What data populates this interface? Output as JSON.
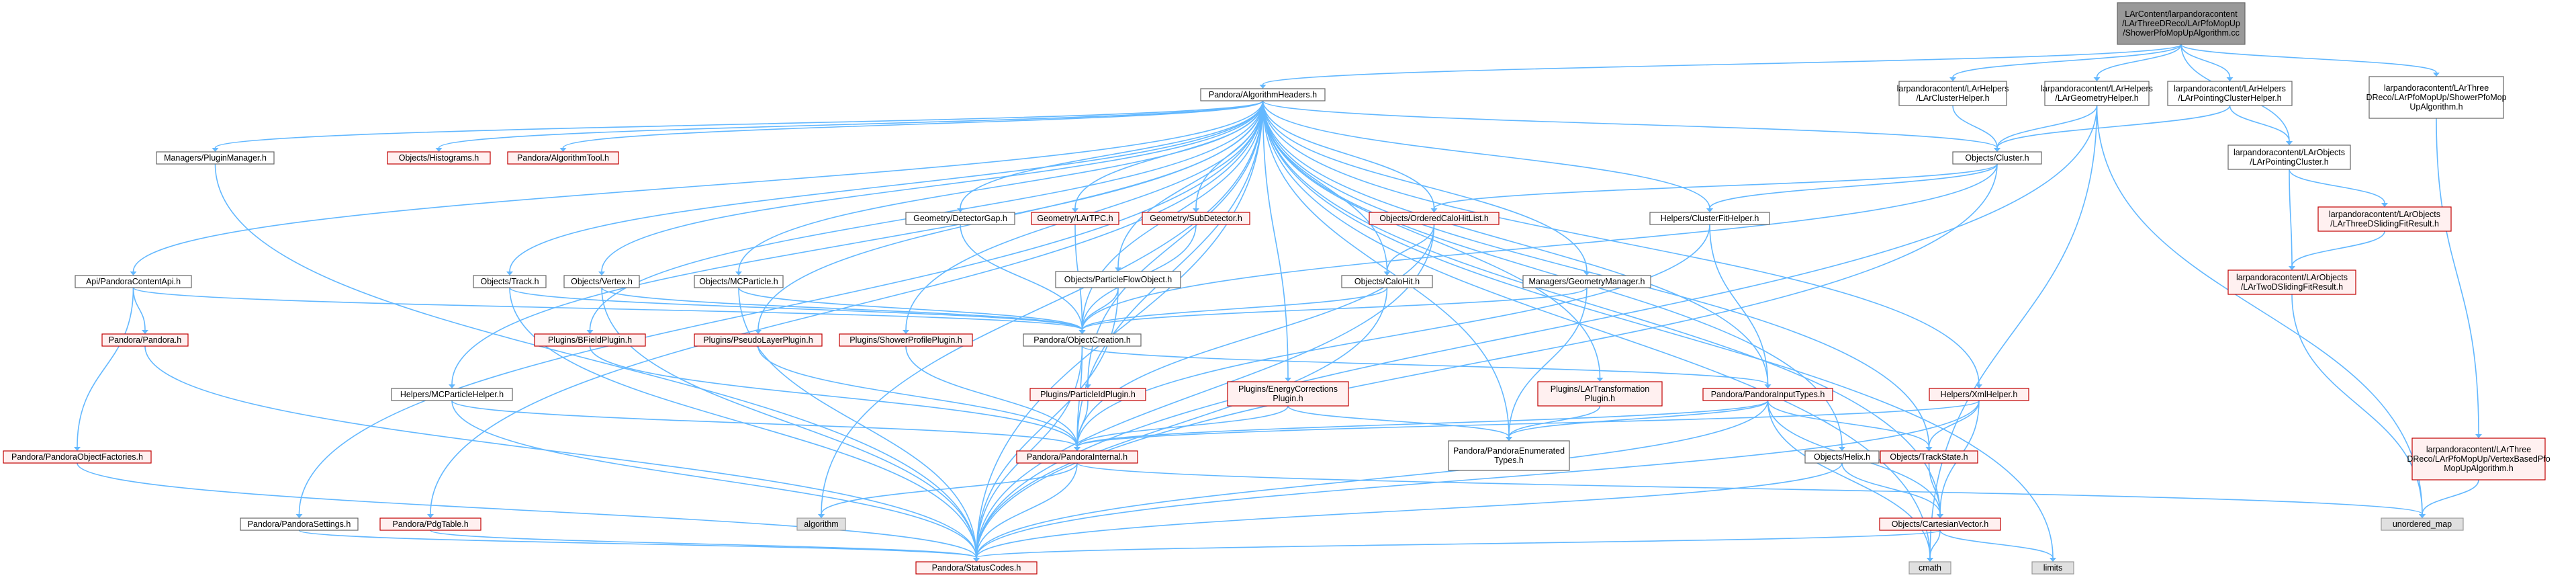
{
  "colors": {
    "edge": "#63b8ff",
    "normal_border": "#666666",
    "red_border": "#c00000",
    "gray_fill": "#e0e0e0",
    "root_fill": "#999999"
  },
  "nodes": [
    {
      "id": "root",
      "style": "root",
      "lines": [
        "LArContent/larpandoracontent",
        "/LArThreeDReco/LArPfoMopUp",
        "/ShowerPfoMopUpAlgorithm.cc"
      ]
    },
    {
      "id": "algheaders",
      "style": "normal",
      "lines": [
        "Pandora/AlgorithmHeaders.h"
      ]
    },
    {
      "id": "larclusterhelper",
      "style": "normal",
      "lines": [
        "larpandoracontent/LArHelpers",
        "/LArClusterHelper.h"
      ]
    },
    {
      "id": "largeometryhelper",
      "style": "normal",
      "lines": [
        "larpandoracontent/LArHelpers",
        "/LArGeometryHelper.h"
      ]
    },
    {
      "id": "larpointingclusterhelper",
      "style": "normal",
      "lines": [
        "larpandoracontent/LArHelpers",
        "/LArPointingClusterHelper.h"
      ]
    },
    {
      "id": "showerpfomopup",
      "style": "normal",
      "lines": [
        "larpandoracontent/LArThree",
        "DReco/LArPfoMopUp/ShowerPfoMop",
        "UpAlgorithm.h"
      ]
    },
    {
      "id": "pluginmanager",
      "style": "normal",
      "lines": [
        "Managers/PluginManager.h"
      ]
    },
    {
      "id": "histograms",
      "style": "red",
      "lines": [
        "Objects/Histograms.h"
      ]
    },
    {
      "id": "algorithmtool",
      "style": "red",
      "lines": [
        "Pandora/AlgorithmTool.h"
      ]
    },
    {
      "id": "cluster",
      "style": "normal",
      "lines": [
        "Objects/Cluster.h"
      ]
    },
    {
      "id": "larpointingcluster",
      "style": "normal",
      "lines": [
        "larpandoracontent/LArObjects",
        "/LArPointingCluster.h"
      ]
    },
    {
      "id": "detectorgap",
      "style": "normal",
      "lines": [
        "Geometry/DetectorGap.h"
      ]
    },
    {
      "id": "lartpc",
      "style": "red",
      "lines": [
        "Geometry/LArTPC.h"
      ]
    },
    {
      "id": "subdetector",
      "style": "red",
      "lines": [
        "Geometry/SubDetector.h"
      ]
    },
    {
      "id": "orderedcalohitlist",
      "style": "red",
      "lines": [
        "Objects/OrderedCaloHitList.h"
      ]
    },
    {
      "id": "clusterfithelper",
      "style": "normal",
      "lines": [
        "Helpers/ClusterFitHelper.h"
      ]
    },
    {
      "id": "threedslidingfitresult",
      "style": "red",
      "lines": [
        "larpandoracontent/LArObjects",
        "/LArThreeDSlidingFitResult.h"
      ]
    },
    {
      "id": "pandoracontentapi",
      "style": "normal",
      "lines": [
        "Api/PandoraContentApi.h"
      ]
    },
    {
      "id": "track",
      "style": "normal",
      "lines": [
        "Objects/Track.h"
      ]
    },
    {
      "id": "vertex",
      "style": "normal",
      "lines": [
        "Objects/Vertex.h"
      ]
    },
    {
      "id": "mcparticle",
      "style": "normal",
      "lines": [
        "Objects/MCParticle.h"
      ]
    },
    {
      "id": "particleflowobject",
      "style": "normal",
      "lines": [
        "Objects/ParticleFlowObject.h"
      ]
    },
    {
      "id": "calohit",
      "style": "normal",
      "lines": [
        "Objects/CaloHit.h"
      ]
    },
    {
      "id": "geometrymanager",
      "style": "normal",
      "lines": [
        "Managers/GeometryManager.h"
      ]
    },
    {
      "id": "twodslidingfitresult",
      "style": "red",
      "lines": [
        "larpandoracontent/LArObjects",
        "/LArTwoDSlidingFitResult.h"
      ]
    },
    {
      "id": "pandora",
      "style": "red",
      "lines": [
        "Pandora/Pandora.h"
      ]
    },
    {
      "id": "bfieldplugin",
      "style": "red",
      "lines": [
        "Plugins/BFieldPlugin.h"
      ]
    },
    {
      "id": "pseudolayerplugin",
      "style": "red",
      "lines": [
        "Plugins/PseudoLayerPlugin.h"
      ]
    },
    {
      "id": "showerprofileplugin",
      "style": "red",
      "lines": [
        "Plugins/ShowerProfilePlugin.h"
      ]
    },
    {
      "id": "objectcreation",
      "style": "normal",
      "lines": [
        "Pandora/ObjectCreation.h"
      ]
    },
    {
      "id": "mcparticlehelper",
      "style": "normal",
      "lines": [
        "Helpers/MCParticleHelper.h"
      ]
    },
    {
      "id": "particleidplugin",
      "style": "red",
      "lines": [
        "Plugins/ParticleIdPlugin.h"
      ]
    },
    {
      "id": "energycorrections",
      "style": "red",
      "lines": [
        "Plugins/EnergyCorrections",
        "Plugin.h"
      ]
    },
    {
      "id": "lartransformation",
      "style": "red",
      "lines": [
        "Plugins/LArTransformation",
        "Plugin.h"
      ]
    },
    {
      "id": "pandorainputtypes",
      "style": "red",
      "lines": [
        "Pandora/PandoraInputTypes.h"
      ]
    },
    {
      "id": "xmlhelper",
      "style": "red",
      "lines": [
        "Helpers/XmlHelper.h"
      ]
    },
    {
      "id": "objectfactories",
      "style": "red",
      "lines": [
        "Pandora/PandoraObjectFactories.h"
      ]
    },
    {
      "id": "pandorainternal",
      "style": "red",
      "lines": [
        "Pandora/PandoraInternal.h"
      ]
    },
    {
      "id": "enumeratedtypes",
      "style": "normal",
      "lines": [
        "Pandora/PandoraEnumerated",
        "Types.h"
      ]
    },
    {
      "id": "trackstate",
      "style": "red",
      "lines": [
        "Objects/TrackState.h"
      ]
    },
    {
      "id": "vertexbasedpfo",
      "style": "red",
      "lines": [
        "larpandoracontent/LArThree",
        "DReco/LArPfoMopUp/VertexBasedPfo",
        "MopUpAlgorithm.h"
      ]
    },
    {
      "id": "helix",
      "style": "normal",
      "lines": [
        "Objects/Helix.h"
      ]
    },
    {
      "id": "pandorasettings",
      "style": "normal",
      "lines": [
        "Pandora/PandoraSettings.h"
      ]
    },
    {
      "id": "pdgtable",
      "style": "red",
      "lines": [
        "Pandora/PdgTable.h"
      ]
    },
    {
      "id": "algorithm",
      "style": "gray",
      "lines": [
        "algorithm"
      ]
    },
    {
      "id": "unorderedmap",
      "style": "gray",
      "lines": [
        "unordered_map"
      ]
    },
    {
      "id": "cartesianvector",
      "style": "red",
      "lines": [
        "Objects/CartesianVector.h"
      ]
    },
    {
      "id": "statuscodes",
      "style": "red",
      "lines": [
        "Pandora/StatusCodes.h"
      ]
    },
    {
      "id": "cmath",
      "style": "gray",
      "lines": [
        "cmath"
      ]
    },
    {
      "id": "limits",
      "style": "gray",
      "lines": [
        "limits"
      ]
    }
  ],
  "edges": [
    [
      "root",
      "algheaders"
    ],
    [
      "root",
      "larclusterhelper"
    ],
    [
      "root",
      "largeometryhelper"
    ],
    [
      "root",
      "larpointingclusterhelper"
    ],
    [
      "root",
      "showerpfomopup"
    ],
    [
      "root",
      "larpointingcluster"
    ],
    [
      "algheaders",
      "pluginmanager"
    ],
    [
      "algheaders",
      "histograms"
    ],
    [
      "algheaders",
      "algorithmtool"
    ],
    [
      "algheaders",
      "cluster"
    ],
    [
      "algheaders",
      "detectorgap"
    ],
    [
      "algheaders",
      "lartpc"
    ],
    [
      "algheaders",
      "subdetector"
    ],
    [
      "algheaders",
      "orderedcalohitlist"
    ],
    [
      "algheaders",
      "clusterfithelper"
    ],
    [
      "algheaders",
      "pandoracontentapi"
    ],
    [
      "algheaders",
      "track"
    ],
    [
      "algheaders",
      "vertex"
    ],
    [
      "algheaders",
      "mcparticle"
    ],
    [
      "algheaders",
      "particleflowobject"
    ],
    [
      "algheaders",
      "calohit"
    ],
    [
      "algheaders",
      "geometrymanager"
    ],
    [
      "algheaders",
      "bfieldplugin"
    ],
    [
      "algheaders",
      "pseudolayerplugin"
    ],
    [
      "algheaders",
      "showerprofileplugin"
    ],
    [
      "algheaders",
      "objectcreation"
    ],
    [
      "algheaders",
      "mcparticlehelper"
    ],
    [
      "algheaders",
      "particleidplugin"
    ],
    [
      "algheaders",
      "energycorrections"
    ],
    [
      "algheaders",
      "lartransformation"
    ],
    [
      "algheaders",
      "pandorainputtypes"
    ],
    [
      "algheaders",
      "xmlhelper"
    ],
    [
      "algheaders",
      "pandorainternal"
    ],
    [
      "algheaders",
      "enumeratedtypes"
    ],
    [
      "algheaders",
      "trackstate"
    ],
    [
      "algheaders",
      "helix"
    ],
    [
      "algheaders",
      "pandorasettings"
    ],
    [
      "algheaders",
      "pdgtable"
    ],
    [
      "algheaders",
      "algorithm"
    ],
    [
      "algheaders",
      "cartesianvector"
    ],
    [
      "algheaders",
      "statuscodes"
    ],
    [
      "algheaders",
      "cmath"
    ],
    [
      "algheaders",
      "limits"
    ],
    [
      "larclusterhelper",
      "cluster"
    ],
    [
      "largeometryhelper",
      "cluster"
    ],
    [
      "largeometryhelper",
      "unorderedmap"
    ],
    [
      "largeometryhelper",
      "statuscodes"
    ],
    [
      "largeometryhelper",
      "cmath"
    ],
    [
      "larpointingclusterhelper",
      "cluster"
    ],
    [
      "larpointingclusterhelper",
      "larpointingcluster"
    ],
    [
      "showerpfomopup",
      "vertexbasedpfo"
    ],
    [
      "pluginmanager",
      "statuscodes"
    ],
    [
      "cluster",
      "orderedcalohitlist"
    ],
    [
      "cluster",
      "clusterfithelper"
    ],
    [
      "cluster",
      "objectcreation"
    ],
    [
      "cluster",
      "statuscodes"
    ],
    [
      "larpointingcluster",
      "threedslidingfitresult"
    ],
    [
      "larpointingcluster",
      "twodslidingfitresult"
    ],
    [
      "threedslidingfitresult",
      "twodslidingfitresult"
    ],
    [
      "twodslidingfitresult",
      "unorderedmap"
    ],
    [
      "detectorgap",
      "objectcreation"
    ],
    [
      "lartpc",
      "objectcreation"
    ],
    [
      "subdetector",
      "objectcreation"
    ],
    [
      "orderedcalohitlist",
      "calohit"
    ],
    [
      "orderedcalohitlist",
      "pandorainternal"
    ],
    [
      "orderedcalohitlist",
      "statuscodes"
    ],
    [
      "clusterfithelper",
      "pandorainputtypes"
    ],
    [
      "clusterfithelper",
      "pandorainternal"
    ],
    [
      "pandoracontentapi",
      "pandora"
    ],
    [
      "pandoracontentapi",
      "objectfactories"
    ],
    [
      "pandoracontentapi",
      "objectcreation"
    ],
    [
      "track",
      "objectcreation"
    ],
    [
      "track",
      "statuscodes"
    ],
    [
      "vertex",
      "objectcreation"
    ],
    [
      "vertex",
      "statuscodes"
    ],
    [
      "mcparticle",
      "objectcreation"
    ],
    [
      "mcparticle",
      "statuscodes"
    ],
    [
      "particleflowobject",
      "objectcreation"
    ],
    [
      "particleflowobject",
      "statuscodes"
    ],
    [
      "calohit",
      "objectcreation"
    ],
    [
      "calohit",
      "statuscodes"
    ],
    [
      "geometrymanager",
      "objectcreation"
    ],
    [
      "geometrymanager",
      "enumeratedtypes"
    ],
    [
      "pandora",
      "statuscodes"
    ],
    [
      "bfieldplugin",
      "pandorainternal"
    ],
    [
      "pseudolayerplugin",
      "pandorainternal"
    ],
    [
      "showerprofileplugin",
      "pandorainternal"
    ],
    [
      "objectcreation",
      "pandorainputtypes"
    ],
    [
      "objectcreation",
      "pandorainternal"
    ],
    [
      "objectcreation",
      "statuscodes"
    ],
    [
      "mcparticlehelper",
      "pandorainternal"
    ],
    [
      "mcparticlehelper",
      "statuscodes"
    ],
    [
      "particleidplugin",
      "pandorainternal"
    ],
    [
      "energycorrections",
      "pandorainternal"
    ],
    [
      "energycorrections",
      "enumeratedtypes"
    ],
    [
      "lartransformation",
      "enumeratedtypes"
    ],
    [
      "pandorainputtypes",
      "pandorainternal"
    ],
    [
      "pandorainputtypes",
      "enumeratedtypes"
    ],
    [
      "pandorainputtypes",
      "trackstate"
    ],
    [
      "pandorainputtypes",
      "cartesianvector"
    ],
    [
      "pandorainputtypes",
      "statuscodes"
    ],
    [
      "pandorainputtypes",
      "cmath"
    ],
    [
      "xmlhelper",
      "pandorainternal"
    ],
    [
      "xmlhelper",
      "trackstate"
    ],
    [
      "xmlhelper",
      "cartesianvector"
    ],
    [
      "xmlhelper",
      "statuscodes"
    ],
    [
      "objectfactories",
      "statuscodes"
    ],
    [
      "pandorainternal",
      "algorithm"
    ],
    [
      "pandorainternal",
      "unorderedmap"
    ],
    [
      "pandorainternal",
      "statuscodes"
    ],
    [
      "trackstate",
      "cartesianvector"
    ],
    [
      "vertexbasedpfo",
      "unorderedmap"
    ],
    [
      "helix",
      "cartesianvector"
    ],
    [
      "helix",
      "statuscodes"
    ],
    [
      "pandorasettings",
      "statuscodes"
    ],
    [
      "pdgtable",
      "statuscodes"
    ],
    [
      "cartesianvector",
      "cmath"
    ],
    [
      "cartesianvector",
      "limits"
    ],
    [
      "cartesianvector",
      "statuscodes"
    ]
  ]
}
